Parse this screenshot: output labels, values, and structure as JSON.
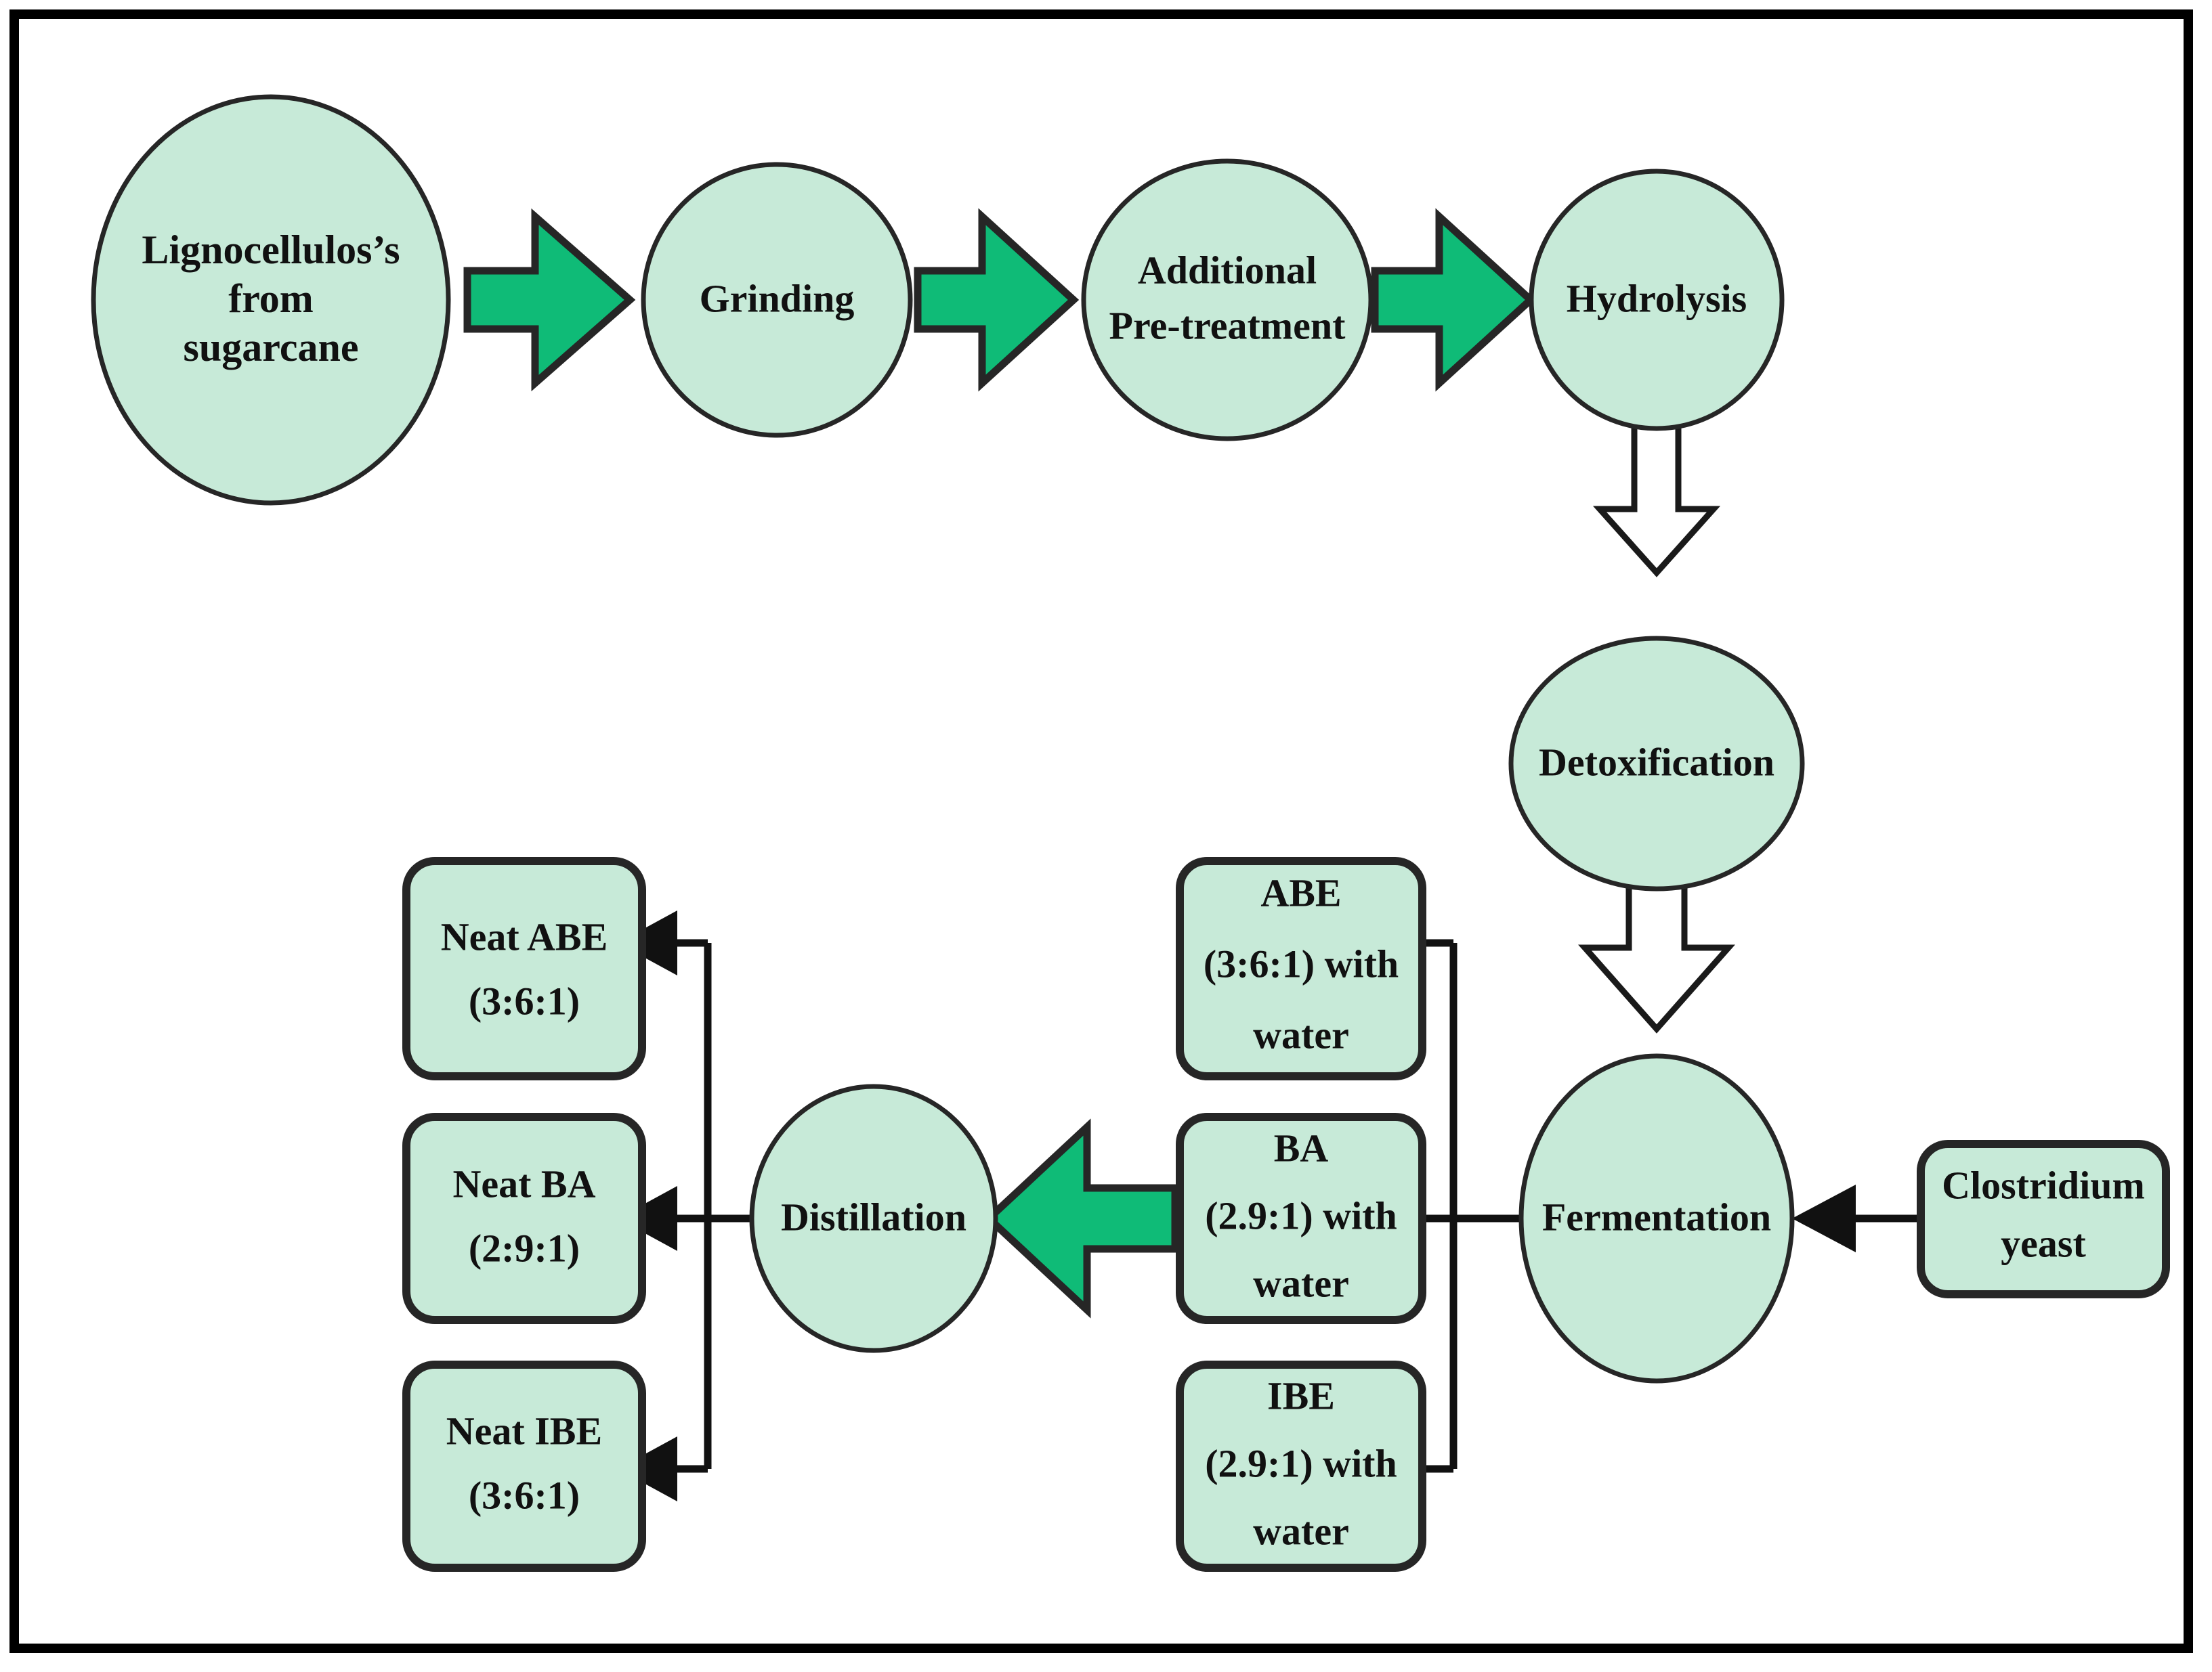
{
  "diagram": {
    "title": "Lignocellulosic sugarcane to ABE / BA / IBE biofuel process flowchart",
    "colors": {
      "node_fill": "#c7ead8",
      "node_stroke": "#262626",
      "green_arrow": "#0fbb77",
      "hollow_arrow_fill": "#ffffff",
      "connector": "#111111",
      "frame": "#000000",
      "background": "#ffffff"
    },
    "nodes": {
      "feedstock": {
        "line1": "Lignocellulos’s",
        "line2": "from",
        "line3": "sugarcane"
      },
      "grinding": {
        "line1": "Grinding"
      },
      "pretreatment": {
        "line1": "Additional",
        "line2": "Pre-treatment"
      },
      "hydrolysis": {
        "line1": "Hydrolysis"
      },
      "detoxification": {
        "line1": "Detoxification"
      },
      "fermentation": {
        "line1": "Fermentation"
      },
      "distillation": {
        "line1": "Distillation"
      },
      "clostridium": {
        "line1": "Clostridium",
        "line2": "yeast"
      },
      "abe_water": {
        "line1": "ABE",
        "line2": "(3:6:1) with",
        "line3": "water"
      },
      "ba_water": {
        "line1": "BA",
        "line2": "(2.9:1) with",
        "line3": "water"
      },
      "ibe_water": {
        "line1": "IBE",
        "line2": "(2.9:1) with",
        "line3": "water"
      },
      "neat_abe": {
        "line1": "Neat ABE",
        "line2": "(3:6:1)"
      },
      "neat_ba": {
        "line1": "Neat BA",
        "line2": "(2:9:1)"
      },
      "neat_ibe": {
        "line1": "Neat IBE",
        "line2": "(3:6:1)"
      }
    },
    "edges": [
      {
        "from": "feedstock",
        "to": "grinding",
        "style": "green-block-arrow",
        "direction": "right"
      },
      {
        "from": "grinding",
        "to": "pretreatment",
        "style": "green-block-arrow",
        "direction": "right"
      },
      {
        "from": "pretreatment",
        "to": "hydrolysis",
        "style": "green-block-arrow",
        "direction": "right"
      },
      {
        "from": "hydrolysis",
        "to": "detoxification",
        "style": "hollow-block-arrow",
        "direction": "down"
      },
      {
        "from": "detoxification",
        "to": "fermentation",
        "style": "hollow-block-arrow",
        "direction": "down"
      },
      {
        "from": "clostridium",
        "to": "fermentation",
        "style": "line-arrow",
        "direction": "left"
      },
      {
        "from": "fermentation",
        "to": "abe_water",
        "style": "line-arrow",
        "direction": "left-up"
      },
      {
        "from": "fermentation",
        "to": "ba_water",
        "style": "line-arrow",
        "direction": "left"
      },
      {
        "from": "fermentation",
        "to": "ibe_water",
        "style": "line-arrow",
        "direction": "left-down"
      },
      {
        "from": "ba_water",
        "to": "distillation",
        "style": "green-block-arrow",
        "direction": "left"
      },
      {
        "from": "distillation",
        "to": "neat_abe",
        "style": "line-arrow",
        "direction": "left-up"
      },
      {
        "from": "distillation",
        "to": "neat_ba",
        "style": "line-arrow",
        "direction": "left"
      },
      {
        "from": "distillation",
        "to": "neat_ibe",
        "style": "line-arrow",
        "direction": "left-down"
      }
    ]
  }
}
